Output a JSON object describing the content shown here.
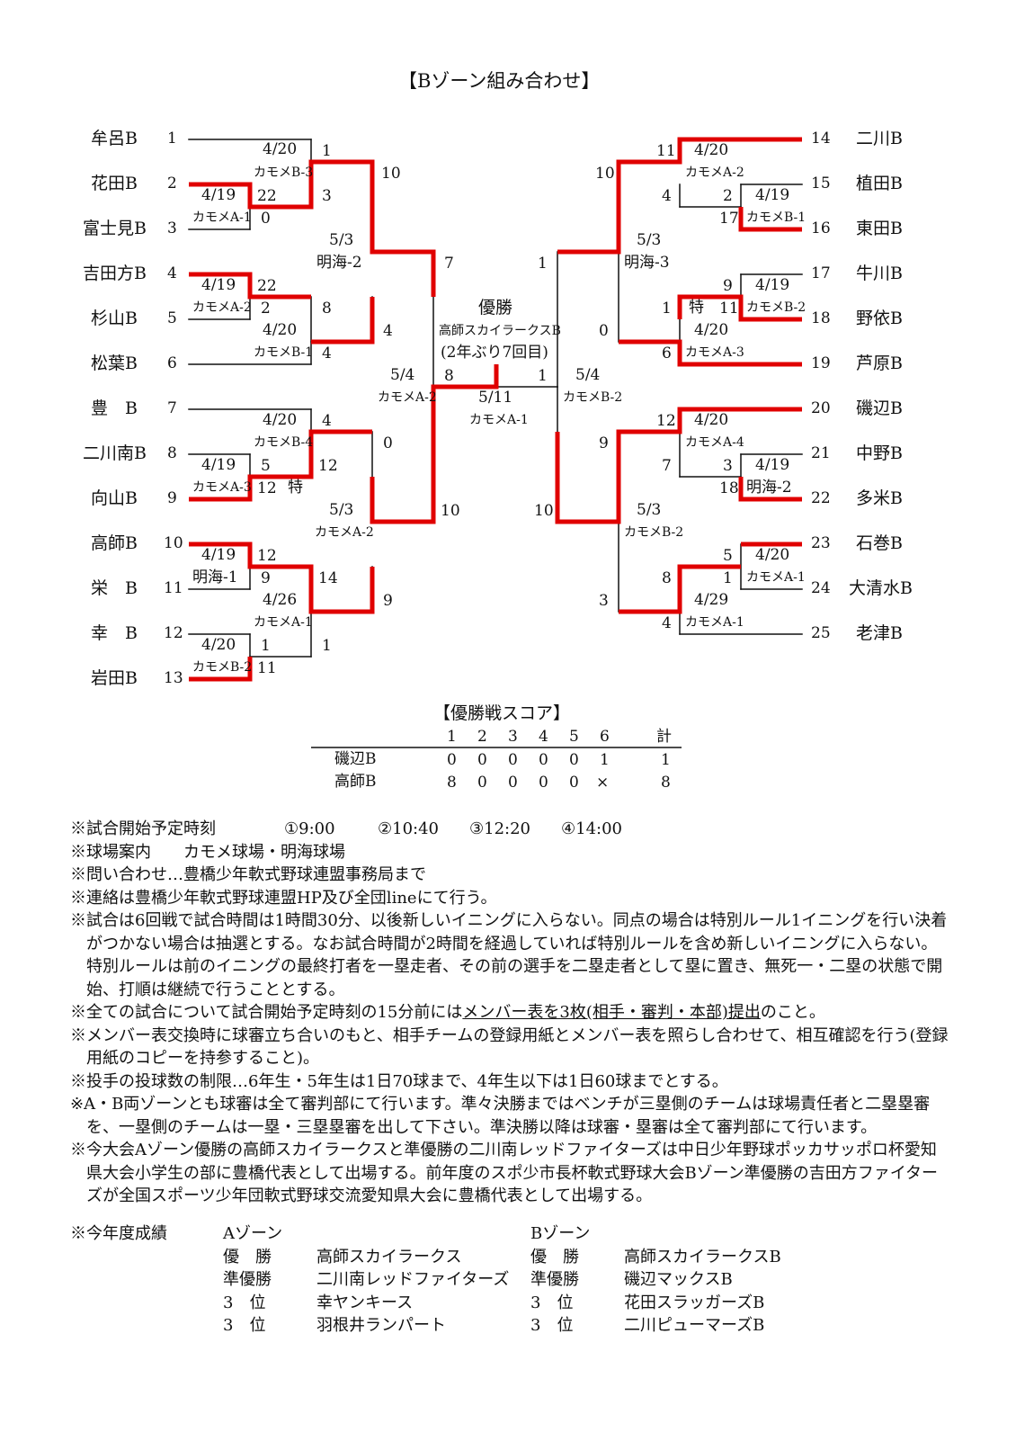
{
  "title": "【Bゾーン組み合わせ】",
  "left_teams": [
    {
      "name": "牟呂B",
      "no": "1"
    },
    {
      "name": "花田B",
      "no": "2"
    },
    {
      "name": "富士見B",
      "no": "3"
    },
    {
      "name": "吉田方B",
      "no": "4"
    },
    {
      "name": "杉山B",
      "no": "5"
    },
    {
      "name": "松葉B",
      "no": "6"
    },
    {
      "name": "豊　B",
      "no": "7"
    },
    {
      "name": "二川南B",
      "no": "8"
    },
    {
      "name": "向山B",
      "no": "9"
    },
    {
      "name": "高師B",
      "no": "10"
    },
    {
      "name": "栄　B",
      "no": "11"
    },
    {
      "name": "幸　B",
      "no": "12"
    },
    {
      "name": "岩田B",
      "no": "13"
    }
  ],
  "right_teams": [
    {
      "name": "二川B",
      "no": "14"
    },
    {
      "name": "植田B",
      "no": "15"
    },
    {
      "name": "東田B",
      "no": "16"
    },
    {
      "name": "牛川B",
      "no": "17"
    },
    {
      "name": "野依B",
      "no": "18"
    },
    {
      "name": "芦原B",
      "no": "19"
    },
    {
      "name": "磯辺B",
      "no": "20"
    },
    {
      "name": "中野B",
      "no": "21"
    },
    {
      "name": "多米B",
      "no": "22"
    },
    {
      "name": "石巻B",
      "no": "23"
    },
    {
      "name": "大清水B",
      "no": "24"
    },
    {
      "name": "老津B",
      "no": "25"
    }
  ],
  "bracket_labels": [
    "4/20",
    "カモメB-3",
    "1",
    "22",
    "3",
    "4/19",
    "カモメA-1",
    "0",
    "10",
    "5/3",
    "明海-2",
    "7",
    "4/19",
    "22",
    "カモメA-2",
    "2",
    "8",
    "4/20",
    "カモメB-1",
    "4",
    "4",
    "5/4",
    "8",
    "カモメA-2",
    "4/20",
    "4",
    "カモメB-4",
    "0",
    "4/19",
    "5",
    "12",
    "カモメA-3",
    "12",
    "特",
    "5/3",
    "カモメA-2",
    "10",
    "4/19",
    "12",
    "明海-1",
    "9",
    "14",
    "4/26",
    "カモメA-1",
    "9",
    "4/20",
    "1",
    "1",
    "カモメB-2",
    "11",
    "優勝",
    "高師スカイラークスB",
    "(2年ぶり7回目)",
    "1",
    "5/11",
    "カモメA-1",
    "11",
    "4/20",
    "カモメA-2",
    "10",
    "4",
    "2",
    "4/19",
    "17",
    "カモメB-1",
    "5/3",
    "明海-3",
    "1",
    "9",
    "4/19",
    "1",
    "特",
    "11",
    "カモメB-2",
    "0",
    "4/20",
    "6",
    "カモメA-3",
    "5/4",
    "カモメB-2",
    "12",
    "4/20",
    "カモメA-4",
    "9",
    "7",
    "3",
    "4/19",
    "18",
    "明海-2",
    "10",
    "5/3",
    "カモメB-2",
    "5",
    "4/20",
    "1",
    "カモメA-1",
    "8",
    "4/29",
    "3",
    "4",
    "カモメA-1"
  ],
  "final_score": {
    "heading": "【優勝戦スコア】",
    "innings": [
      "1",
      "2",
      "3",
      "4",
      "5",
      "6"
    ],
    "total_label": "計",
    "rows": [
      {
        "team": "磯辺B",
        "scores": [
          "0",
          "0",
          "0",
          "0",
          "0",
          "1"
        ],
        "total": "1"
      },
      {
        "team": "高師B",
        "scores": [
          "8",
          "0",
          "0",
          "0",
          "0",
          "×"
        ],
        "total": "8"
      }
    ]
  },
  "notes": {
    "start_times_label": "※試合開始予定時刻",
    "start_times": [
      "①9:00",
      "②10:40",
      "③12:20",
      "④14:00"
    ],
    "venue": "※球場案内　　カモメ球場・明海球場",
    "contact": "※問い合わせ…豊橋少年軟式野球連盟事務局まで",
    "communication": "※連絡は豊橋少年軟式野球連盟HP及び全団lineにて行う。",
    "game_rules": "※試合は6回戦で試合時間は1時間30分、以後新しいイニングに入らない。同点の場合は特別ルール1イニングを行い決着がつかない場合は抽選とする。なお試合時間が2時間を経過していれば特別ルールを含め新しいイニングに入らない。特別ルールは前のイニングの最終打者を一塁走者、その前の選手を二塁走者として塁に置き、無死一・二塁の状態で開始、打順は継続で行うこととする。",
    "member_prefix": "※全ての試合について試合開始予定時刻の15分前には",
    "member_underlined": "メンバー表を3枚(相手・審判・本部)提出",
    "member_suffix": "のこと。",
    "exchange": "※メンバー表交換時に球審立ち合いのもと、相手チームの登録用紙とメンバー表を照らし合わせて、相互確認を行う(登録用紙のコピーを持参すること)。",
    "pitch_limit": "※投手の投球数の制限…6年生・5年生は1日70球まで、4年生以下は1日60球までとする。",
    "umpires": "※A・B両ゾーンとも球審は全て審判部にて行います。準々決勝まではベンチが三塁側のチームは球場責任者と二塁塁審を、一塁側のチームは一塁・三塁塁審を出して下さい。準決勝以降は球審・塁審は全て審判部にて行います。",
    "representatives": "※今大会Aゾーン優勝の高師スカイラークスと準優勝の二川南レッドファイターズは中日少年野球ポッカサッポロ杯愛知県大会小学生の部に豊橋代表として出場する。前年度のスポ少市長杯軟式野球大会Bゾーン準優勝の吉田方ファイターズが全国スポーツ少年団軟式野球交流愛知県大会に豊橋代表として出場する。"
  },
  "records": {
    "label": "※今年度成績",
    "a_zone": "Aゾーン",
    "b_zone": "Bゾーン",
    "rows": [
      {
        "rank": "優　勝",
        "a": "高師スカイラークス",
        "b": "高師スカイラークスB"
      },
      {
        "rank": "準優勝",
        "a": "二川南レッドファイターズ",
        "b": "磯辺マックスB"
      },
      {
        "rank": "3　位",
        "a": "幸ヤンキース",
        "b": "花田スラッガーズB"
      },
      {
        "rank": "3　位",
        "a": "羽根井ランパート",
        "b": "二川ピューマーズB"
      }
    ]
  }
}
